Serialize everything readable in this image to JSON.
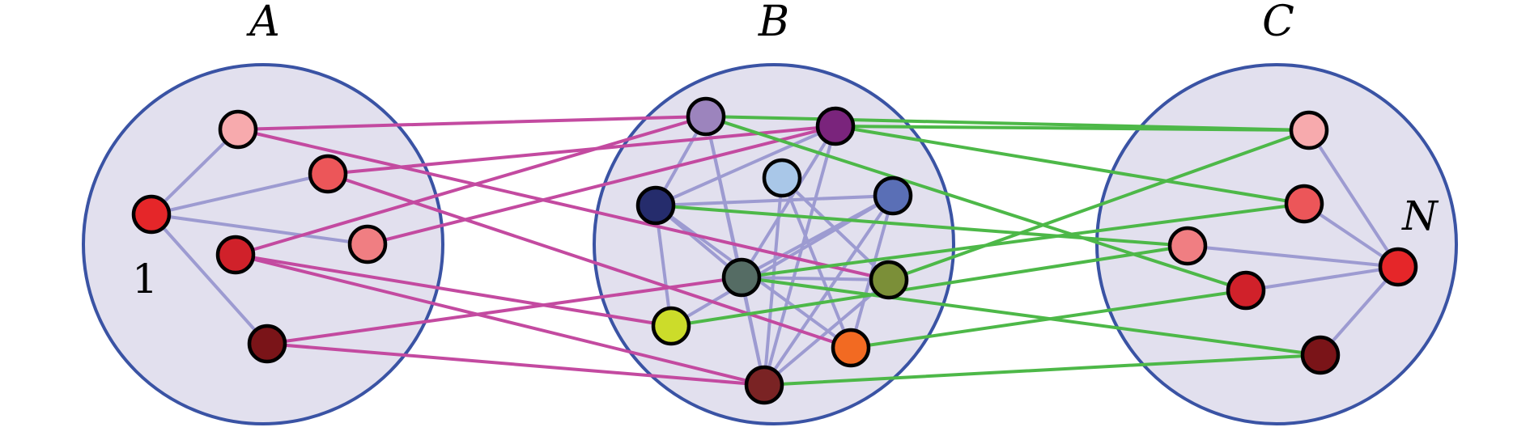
{
  "groups": [
    {
      "id": "A",
      "label": "A"
    },
    {
      "id": "B",
      "label": "B"
    },
    {
      "id": "C",
      "label": "C"
    }
  ],
  "node_labels": {
    "first": "1",
    "last": "N"
  },
  "colors": {
    "group_fill": "#e2e0ee",
    "group_stroke": "#3a53a4",
    "intra_edge": "#9d9bd1",
    "edge_A_B": "#c34aa0",
    "edge_B_C": "#4db848",
    "node_stroke": "#000000"
  },
  "nodes": {
    "A": [
      {
        "id": "a1",
        "color": "#f7aaad"
      },
      {
        "id": "a2",
        "color": "#ec5659"
      },
      {
        "id": "a3",
        "color": "#e52629"
      },
      {
        "id": "a4",
        "color": "#d0212a"
      },
      {
        "id": "a5",
        "color": "#f07e82"
      },
      {
        "id": "a6",
        "color": "#7a1418"
      }
    ],
    "B": [
      {
        "id": "b1",
        "color": "#9c84bd"
      },
      {
        "id": "b2",
        "color": "#7a247c"
      },
      {
        "id": "b3",
        "color": "#a9c7e8"
      },
      {
        "id": "b4",
        "color": "#252c6c"
      },
      {
        "id": "b5",
        "color": "#5a6fb6"
      },
      {
        "id": "b6",
        "color": "#556c64"
      },
      {
        "id": "b7",
        "color": "#7b8f38"
      },
      {
        "id": "b8",
        "color": "#ccdc2a"
      },
      {
        "id": "b9",
        "color": "#f26a22"
      },
      {
        "id": "b10",
        "color": "#7a2324"
      }
    ],
    "C": [
      {
        "id": "c1",
        "color": "#f7aaad"
      },
      {
        "id": "c2",
        "color": "#ec5659"
      },
      {
        "id": "c3",
        "color": "#f07e82"
      },
      {
        "id": "c4",
        "color": "#d0212a"
      },
      {
        "id": "c5",
        "color": "#e52629"
      },
      {
        "id": "c6",
        "color": "#7a1418"
      }
    ]
  },
  "edges": {
    "intra": [
      [
        "a3",
        "a1"
      ],
      [
        "a3",
        "a2"
      ],
      [
        "a3",
        "a5"
      ],
      [
        "a3",
        "a6"
      ],
      [
        "b1",
        "b4"
      ],
      [
        "b1",
        "b6"
      ],
      [
        "b2",
        "b4"
      ],
      [
        "b2",
        "b6"
      ],
      [
        "b2",
        "b10"
      ],
      [
        "b3",
        "b7"
      ],
      [
        "b4",
        "b5"
      ],
      [
        "b4",
        "b6"
      ],
      [
        "b4",
        "b8"
      ],
      [
        "b4",
        "b9"
      ],
      [
        "b5",
        "b6"
      ],
      [
        "b5",
        "b8"
      ],
      [
        "b5",
        "b9"
      ],
      [
        "b5",
        "b10"
      ],
      [
        "b6",
        "b7"
      ],
      [
        "b6",
        "b10"
      ],
      [
        "b7",
        "b10"
      ],
      [
        "b3",
        "b10"
      ],
      [
        "b1",
        "b10"
      ],
      [
        "b3",
        "b9"
      ],
      [
        "c1",
        "c5"
      ],
      [
        "c2",
        "c5"
      ],
      [
        "c3",
        "c5"
      ],
      [
        "c4",
        "c5"
      ],
      [
        "c6",
        "c5"
      ]
    ],
    "A_B": [
      [
        "a1",
        "b1"
      ],
      [
        "a1",
        "b7"
      ],
      [
        "a2",
        "b2"
      ],
      [
        "a2",
        "b9"
      ],
      [
        "a4",
        "b1"
      ],
      [
        "a4",
        "b10"
      ],
      [
        "a4",
        "b8"
      ],
      [
        "a5",
        "b2"
      ],
      [
        "a6",
        "b6"
      ],
      [
        "a6",
        "b10"
      ]
    ],
    "B_C": [
      [
        "b1",
        "c1"
      ],
      [
        "b1",
        "c4"
      ],
      [
        "b2",
        "c1"
      ],
      [
        "b2",
        "c2"
      ],
      [
        "b4",
        "c3"
      ],
      [
        "b6",
        "c2"
      ],
      [
        "b6",
        "c6"
      ],
      [
        "b7",
        "c1"
      ],
      [
        "b8",
        "c3"
      ],
      [
        "b9",
        "c4"
      ],
      [
        "b10",
        "c6"
      ]
    ]
  }
}
